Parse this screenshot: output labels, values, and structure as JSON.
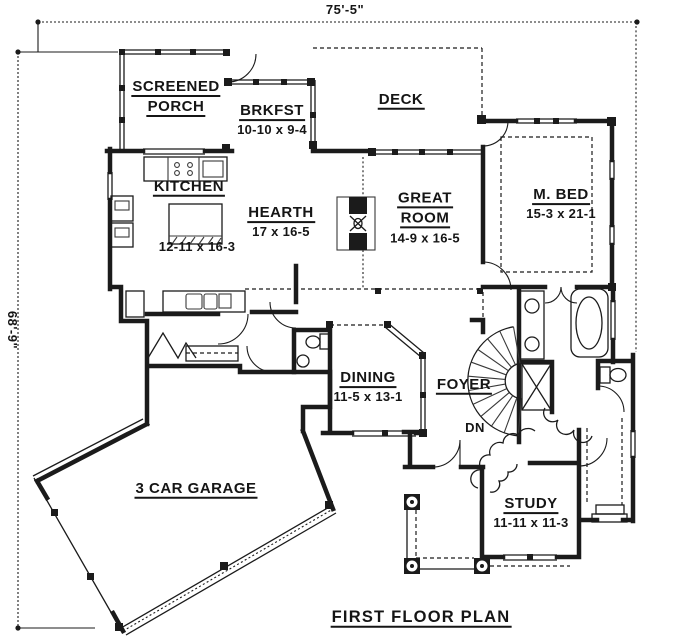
{
  "colors": {
    "ink": "#1b1b1b",
    "paper": "#ffffff"
  },
  "drawing_title": "FIRST FLOOR PLAN",
  "dimensions": {
    "overall_width": "75'-5\"",
    "overall_height": "68'-9\""
  },
  "rooms": {
    "screened_porch": {
      "name_line1": "SCREENED",
      "name_line2": "PORCH"
    },
    "brkfst": {
      "name": "BRKFST",
      "size": "10-10 x 9-4"
    },
    "deck": {
      "name": "DECK"
    },
    "kitchen": {
      "name": "KITCHEN",
      "size": "12-11 x 16-3"
    },
    "hearth": {
      "name": "HEARTH",
      "size": "17 x 16-5"
    },
    "great_room": {
      "name_line1": "GREAT",
      "name_line2": "ROOM",
      "size": "14-9 x 16-5"
    },
    "m_bed": {
      "name": "M. BED",
      "size": "15-3 x 21-1"
    },
    "dining": {
      "name": "DINING",
      "size": "11-5 x 13-1"
    },
    "foyer": {
      "name": "FOYER"
    },
    "garage": {
      "name": "3 CAR GARAGE"
    },
    "study": {
      "name": "STUDY",
      "size": "11-11 x 11-3"
    }
  },
  "annotations": {
    "stair_direction": "DN"
  }
}
